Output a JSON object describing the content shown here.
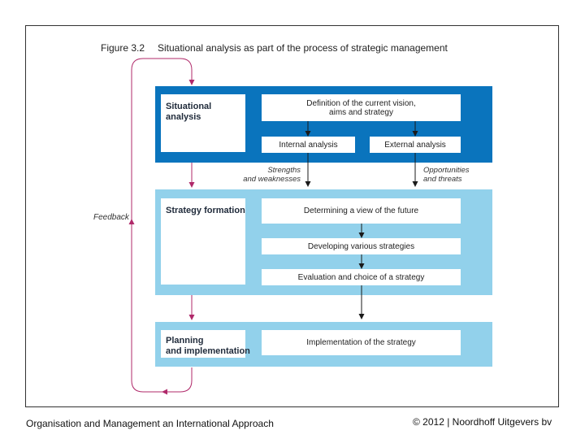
{
  "figure": {
    "number": "Figure 3.2",
    "caption": "Situational analysis as part of the process of strategic management"
  },
  "colors": {
    "dark_band": "#0a74bd",
    "light_band": "#92d1eb",
    "feedback": "#b0296a",
    "arrow": "#1a1a1a"
  },
  "phases": {
    "situational": {
      "label_line1": "Situational",
      "label_line2": "analysis"
    },
    "strategy": {
      "label": "Strategy formation"
    },
    "planning": {
      "label_line1": "Planning",
      "label_line2": "and implementation"
    }
  },
  "boxes": {
    "definition_line1": "Definition of the current vision,",
    "definition_line2": "aims and strategy",
    "internal": "Internal analysis",
    "external": "External analysis",
    "view": "Determining a view of the future",
    "developing": "Developing various strategies",
    "evaluation": "Evaluation and choice of a strategy",
    "implementation": "Implementation of the strategy"
  },
  "side_labels": {
    "strengths_line1": "Strengths",
    "strengths_line2": "and weaknesses",
    "opportunities_line1": "Opportunities",
    "opportunities_line2": "and threats",
    "feedback": "Feedback"
  },
  "footer": {
    "left": "Organisation and Management an International Approach",
    "right": "© 2012 | Noordhoff Uitgevers bv"
  }
}
